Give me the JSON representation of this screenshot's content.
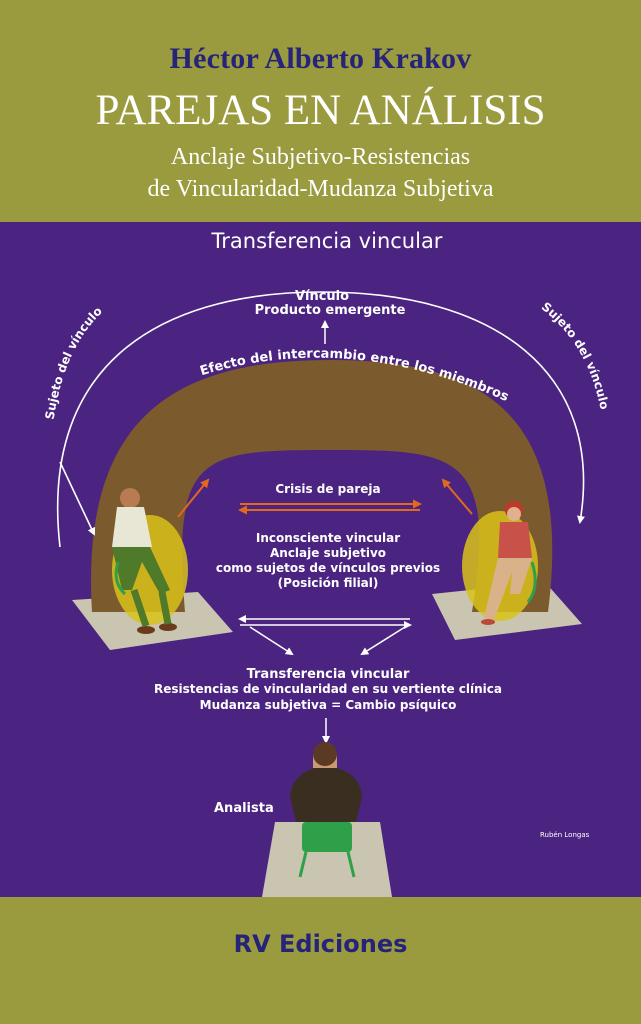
{
  "cover": {
    "author": "Héctor Alberto Krakov",
    "title": "PAREJAS EN ANÁLISIS",
    "subtitle_line1": "Anclaje Subjetivo-Resistencias",
    "subtitle_line2": "de Vincularidad-Mudanza Subjetiva",
    "publisher": "RV Ediciones"
  },
  "diagram": {
    "heading": "Transferencia vincular",
    "vinculo": "Vínculo",
    "producto": "Producto emergente",
    "efecto": "Efecto del intercambio entre los miembros",
    "sujeto_left": "Sujeto del vínculo",
    "sujeto_right": "Sujeto del vínculo",
    "crisis": "Crisis de pareja",
    "inconsciente": "Inconsciente vincular",
    "anclaje": "Anclaje subjetivo",
    "como_sujetos": "como sujetos de vínculos previos",
    "posicion": "(Posición filial)",
    "transferencia": "Transferencia vincular",
    "resistencias": "Resistencias de vincularidad en su vertiente clínica",
    "mudanza": "Mudanza subjetiva = Cambio psíquico",
    "analista": "Analista",
    "illustrator": "Rubén Longas"
  },
  "colors": {
    "band": "#9a9a3e",
    "panel": "#4b2481",
    "author_text": "#26247a",
    "arch": "#7b5a2e",
    "arrow_orange": "#e0691e"
  }
}
